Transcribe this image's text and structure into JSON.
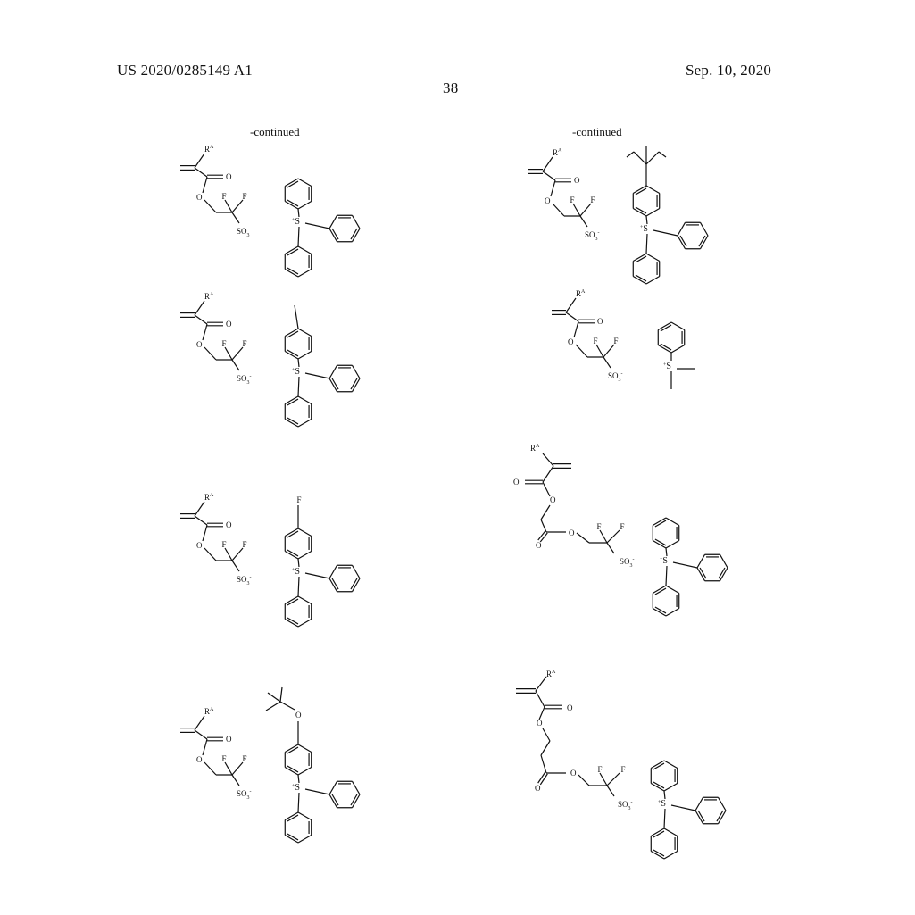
{
  "header": {
    "publication": "US 2020/0285149 A1",
    "date": "Sep. 10, 2020",
    "page": "38"
  },
  "continued": [
    "-continued",
    "-continued"
  ],
  "labels": {
    "r": "R",
    "r_sup": "A",
    "o": "O",
    "f": "F",
    "so3": "SO",
    "so3_sub": "3",
    "so3_sup": "-",
    "s": "S",
    "s_plus": "+"
  },
  "structures": [
    {
      "id": "s1",
      "cation": "triphenylsulfonium",
      "anion_linker": "acrylate-CH2-CF2-SO3"
    },
    {
      "id": "s2",
      "cation": "(4-tert-butylphenyl)diphenylsulfonium",
      "anion_linker": "acrylate-CH2-CF2-SO3"
    },
    {
      "id": "s3",
      "cation": "(4-methylphenyl)diphenylsulfonium",
      "anion_linker": "acrylate-CH2-CF2-SO3"
    },
    {
      "id": "s4",
      "cation": "dimethylphenylsulfonium",
      "anion_linker": "acrylate-CH2-CF2-SO3"
    },
    {
      "id": "s5",
      "cation": "(4-fluorophenyl)diphenylsulfonium",
      "anion_linker": "acrylate-CH2-CF2-SO3"
    },
    {
      "id": "s6",
      "cation": "triphenylsulfonium",
      "anion_linker": "acrylate-CH2-COO-CH2-CF2-SO3"
    },
    {
      "id": "s7",
      "cation": "(4-tert-butoxyphenyl)diphenylsulfonium",
      "anion_linker": "acrylate-CH2-CF2-SO3"
    },
    {
      "id": "s8",
      "cation": "triphenylsulfonium",
      "anion_linker": "acrylate-CH2CH2-COO-CH2-CF2-SO3"
    }
  ]
}
